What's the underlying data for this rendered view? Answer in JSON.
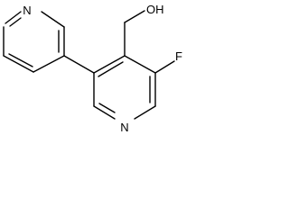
{
  "molecule": {
    "atoms": {
      "pyridine_n_top": "N",
      "pyridine_n_bottom": "N",
      "fluorine": "F",
      "hydroxyl": "OH"
    }
  }
}
